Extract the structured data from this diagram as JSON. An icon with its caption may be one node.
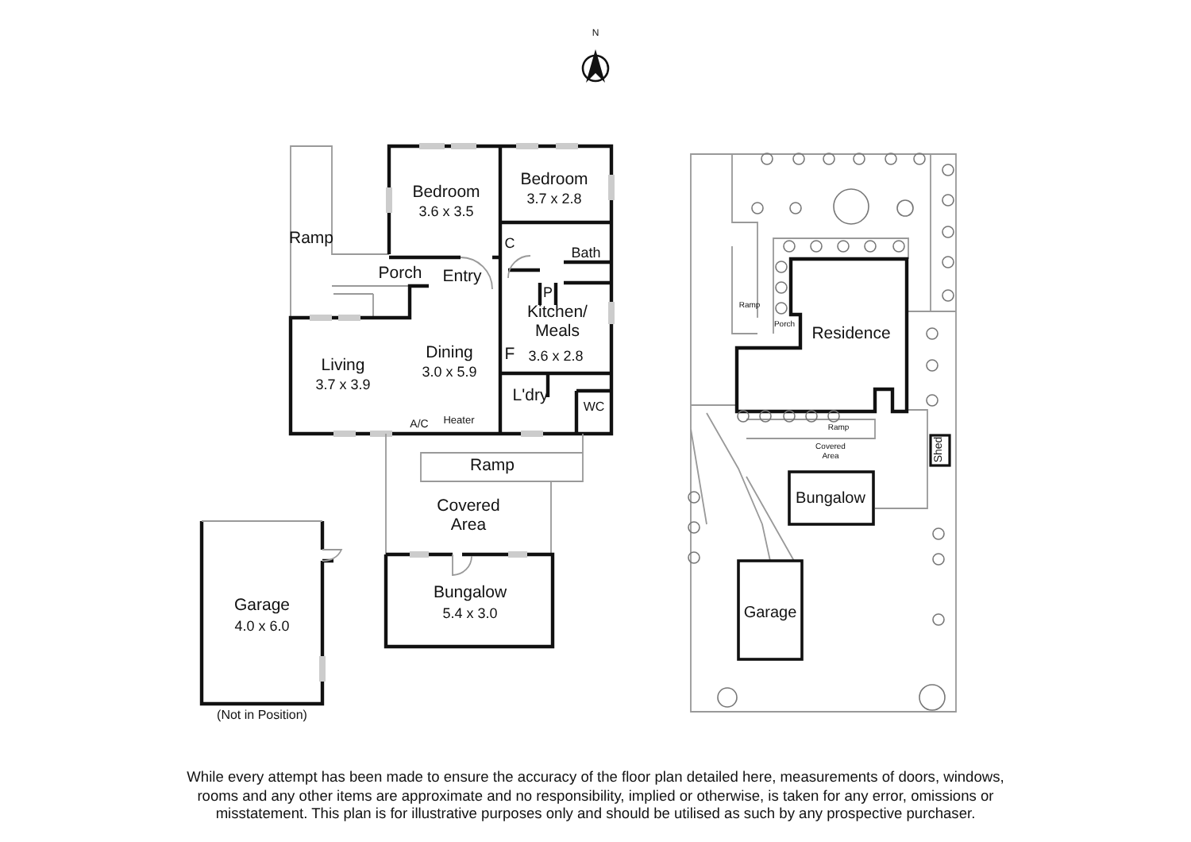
{
  "diagram": {
    "caption": "While every attempt has been made to ensure the accuracy of the floor plan detailed here, measurements of doors, windows, rooms and any other items are approximate and no responsibility, implied or otherwise, is taken for any error, omissions or misstatement. This plan is for illustrative purposes only and should be utilised as such by any prospective purchaser.",
    "labels": [
      "N",
      "Bedroom",
      "3.6 x 3.5",
      "Bedroom",
      "3.7 x 2.8",
      "Ramp",
      "C",
      "Bath",
      "Porch",
      "Entry",
      "P",
      "Kitchen/ Meals",
      "3.6 x 2.8",
      "Living",
      "3.7 x 3.9",
      "Dining",
      "3.0 x 5.9",
      "F",
      "L'dry",
      "WC",
      "A/C",
      "Heater",
      "Ramp",
      "Covered Area",
      "Garage",
      "4.0 x 6.0",
      "Bungalow",
      "5.4 x 3.0",
      "(Not in Position)",
      "Ramp",
      "Porch",
      "Residence",
      "Ramp",
      "Covered Area",
      "Shed",
      "Bungalow",
      "Garage"
    ]
  }
}
